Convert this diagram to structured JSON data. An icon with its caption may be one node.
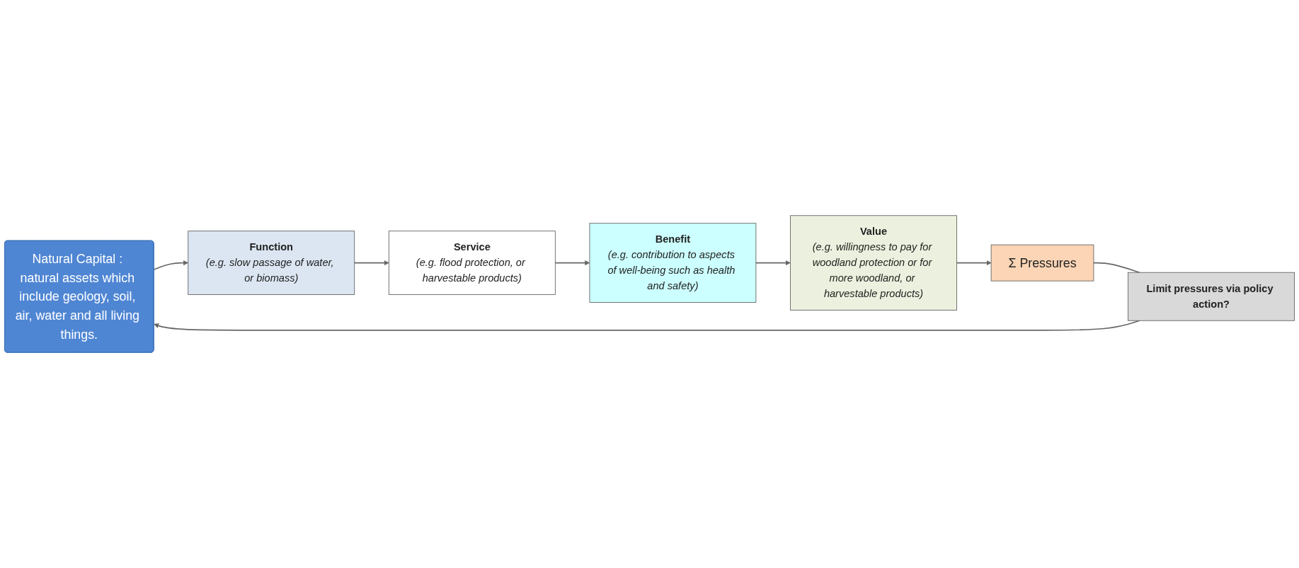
{
  "diagram": {
    "nodes": [
      {
        "text": [
          "Natural Capital : natural assets which include geology, soil, air, water and all living things."
        ]
      },
      {
        "text": [
          "Function",
          "(e.g. slow passage of water, or biomass)"
        ]
      },
      {
        "text": [
          "Service",
          "(e.g. flood protection, or harvestable products)"
        ]
      },
      {
        "text": [
          "Benefit",
          "(e.g. contribution to aspects of well-being such as health and safety)"
        ]
      },
      {
        "text": [
          "Value",
          "(e.g. willingness to pay for woodland protection or for more woodland, or harvestable products)"
        ]
      },
      {
        "text": [
          "Limit pressures via policy action?"
        ]
      },
      {
        "text": [
          "Σ Pressures"
        ]
      }
    ],
    "edges": [
      {
        "from": 0,
        "to": 1,
        "arrow": "to"
      },
      {
        "from": 1,
        "to": 2,
        "arrow": "to"
      },
      {
        "from": 2,
        "to": 3,
        "arrow": "to"
      },
      {
        "from": 3,
        "to": 4,
        "arrow": "to"
      },
      {
        "from": 4,
        "to": 6,
        "arrow": "to"
      },
      {
        "from": 6,
        "to": 5,
        "arrow": "none"
      },
      {
        "from": 5,
        "to": 0,
        "arrow": "to"
      }
    ]
  }
}
